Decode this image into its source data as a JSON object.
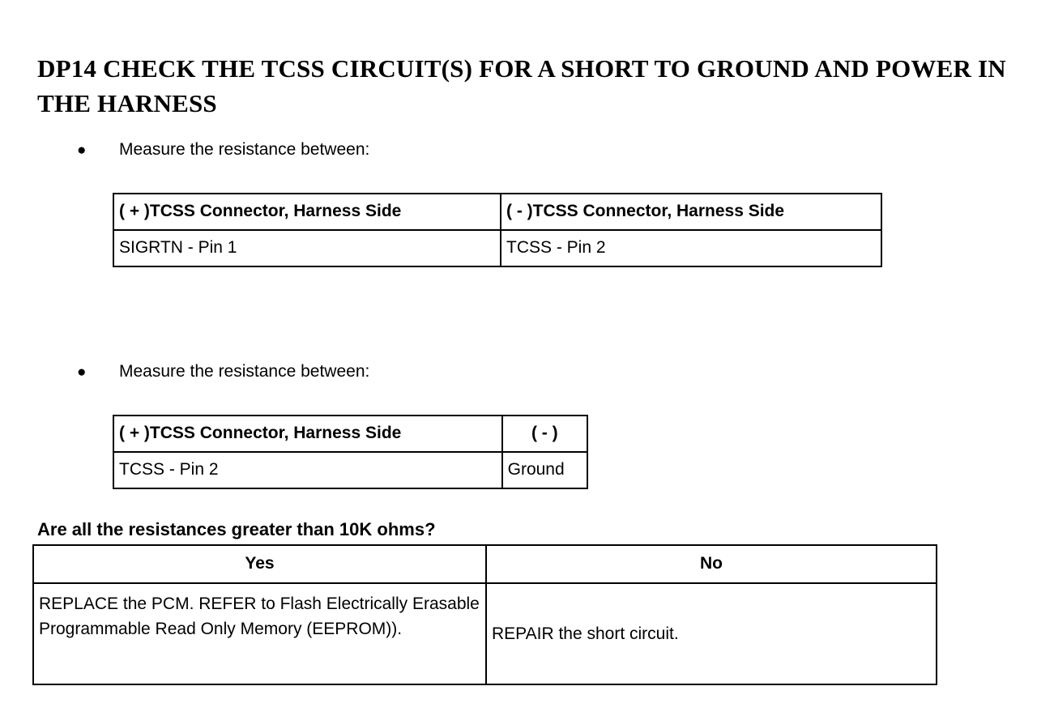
{
  "document": {
    "title": "DP14 CHECK THE TCSS CIRCUIT(S) FOR A SHORT TO GROUND AND POWER IN THE HARNESS",
    "ink_color": "#000000",
    "page_color": "#ffffff"
  },
  "bullets": [
    {
      "glyph": "●",
      "text": "Measure the resistance between:"
    },
    {
      "glyph": "●",
      "text": "Measure the resistance between:"
    }
  ],
  "table_measure_1": {
    "headers": {
      "positive": "( + )TCSS Connector, Harness Side",
      "negative": "( - )TCSS Connector, Harness Side"
    },
    "rows": [
      {
        "positive": "SIGRTN - Pin 1",
        "negative": "TCSS - Pin 2"
      }
    ]
  },
  "table_measure_2": {
    "headers": {
      "positive": "( + )TCSS Connector, Harness Side",
      "negative": "( - )"
    },
    "rows": [
      {
        "positive": "TCSS - Pin 2",
        "negative": "Ground"
      }
    ]
  },
  "question": {
    "text": "Are all the resistances greater than 10K ohms?"
  },
  "table_decision": {
    "headers": {
      "yes": "Yes",
      "no": "No"
    },
    "rows": [
      {
        "yes": "REPLACE the PCM. REFER to Flash Electrically Erasable Programmable Read Only Memory (EEPROM)).",
        "no": "REPAIR the short circuit."
      }
    ]
  }
}
